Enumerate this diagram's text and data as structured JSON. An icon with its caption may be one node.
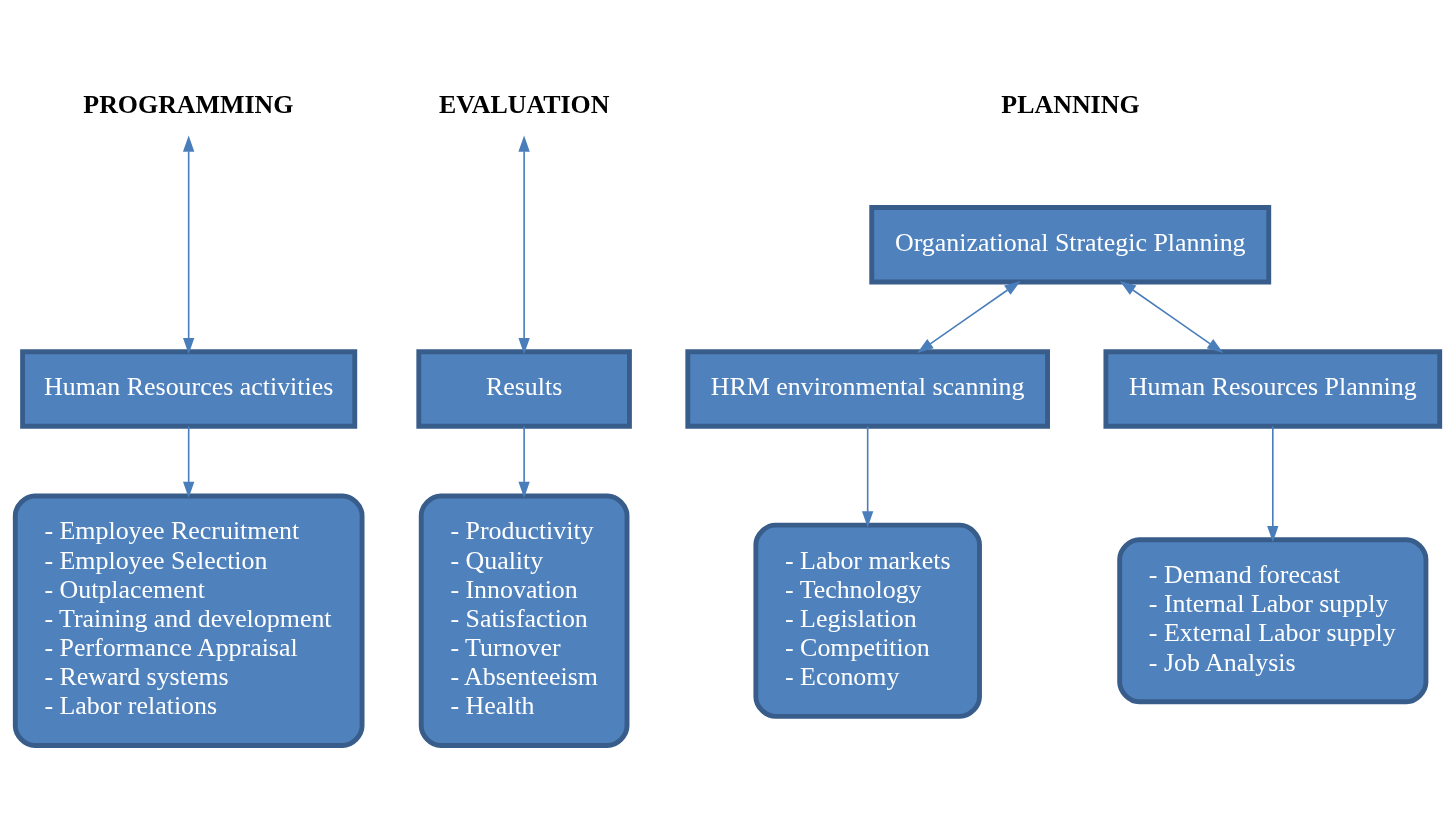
{
  "diagram": {
    "nodes": [
      {
        "text": [
          "PROGRAMMING"
        ]
      },
      {
        "text": [
          "EVALUATION"
        ]
      },
      {
        "text": [
          "Organizational Strategic Planning"
        ]
      },
      {
        "text": [
          "HRM environmental scanning"
        ]
      },
      {
        "text": [
          "Human Resources Planning"
        ]
      },
      {
        "text": [
          "Human Resources activities"
        ]
      },
      {
        "text": [
          "Results"
        ]
      },
      {
        "text": [
          "- Labor markets",
          "- Technology",
          "- Legislation",
          "- Competition",
          "- Economy"
        ]
      },
      {
        "text": [
          "- Demand forecast",
          "- Internal Labor supply",
          "- External Labor supply",
          "- Job Analysis"
        ]
      },
      {
        "text": [
          "- Employee Recruitment",
          "- Employee Selection",
          "- Outplacement",
          "- Training and development",
          "- Performance Appraisal",
          "- Reward systems",
          "- Labor relations"
        ]
      },
      {
        "text": [
          "- Productivity",
          "- Quality",
          "- Innovation",
          "- Satisfaction",
          "- Turnover",
          "- Absenteeism",
          "- Health"
        ]
      }
    ],
    "edges": [
      {
        "from": 2,
        "to": 3,
        "arrow": "both"
      },
      {
        "from": 2,
        "to": 4,
        "arrow": "both"
      },
      {
        "from": 0,
        "to": 5,
        "arrow": "both"
      },
      {
        "from": 1,
        "to": 6,
        "arrow": "both"
      },
      {
        "from": 3,
        "to": 7,
        "arrow": "to"
      },
      {
        "from": 4,
        "to": 8,
        "arrow": "to"
      },
      {
        "from": 5,
        "to": 9,
        "arrow": "to"
      },
      {
        "from": 6,
        "to": 10,
        "arrow": "to"
      }
    ],
    "labels": [
      "PLANNING"
    ]
  }
}
